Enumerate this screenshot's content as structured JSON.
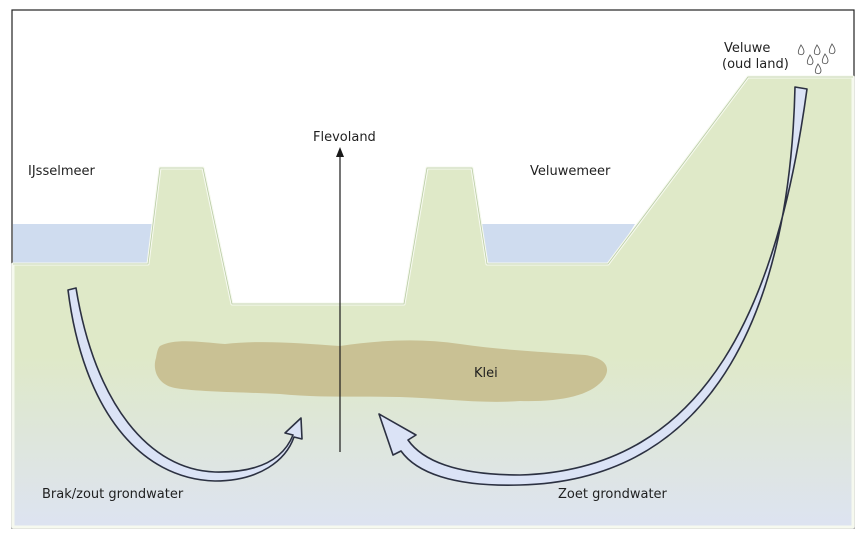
{
  "labels": {
    "ijsselmeer": "IJsselmeer",
    "flevoland": "Flevoland",
    "veluwemeer": "Veluwemeer",
    "veluwe_line1": "Veluwe",
    "veluwe_line2": "(oud land)",
    "klei": "Klei",
    "brak_zout": "Brak/zout grondwater",
    "zoet": "Zoet grondwater"
  },
  "colors": {
    "soil_top": "#dfe9c8",
    "soil_bottom": "#dde3f1",
    "water": "#cfdcef",
    "clay": "#c9c194",
    "arrow_fill": "#dbe3f6",
    "arrow_stroke": "#2c3142",
    "frame": "#222222"
  }
}
